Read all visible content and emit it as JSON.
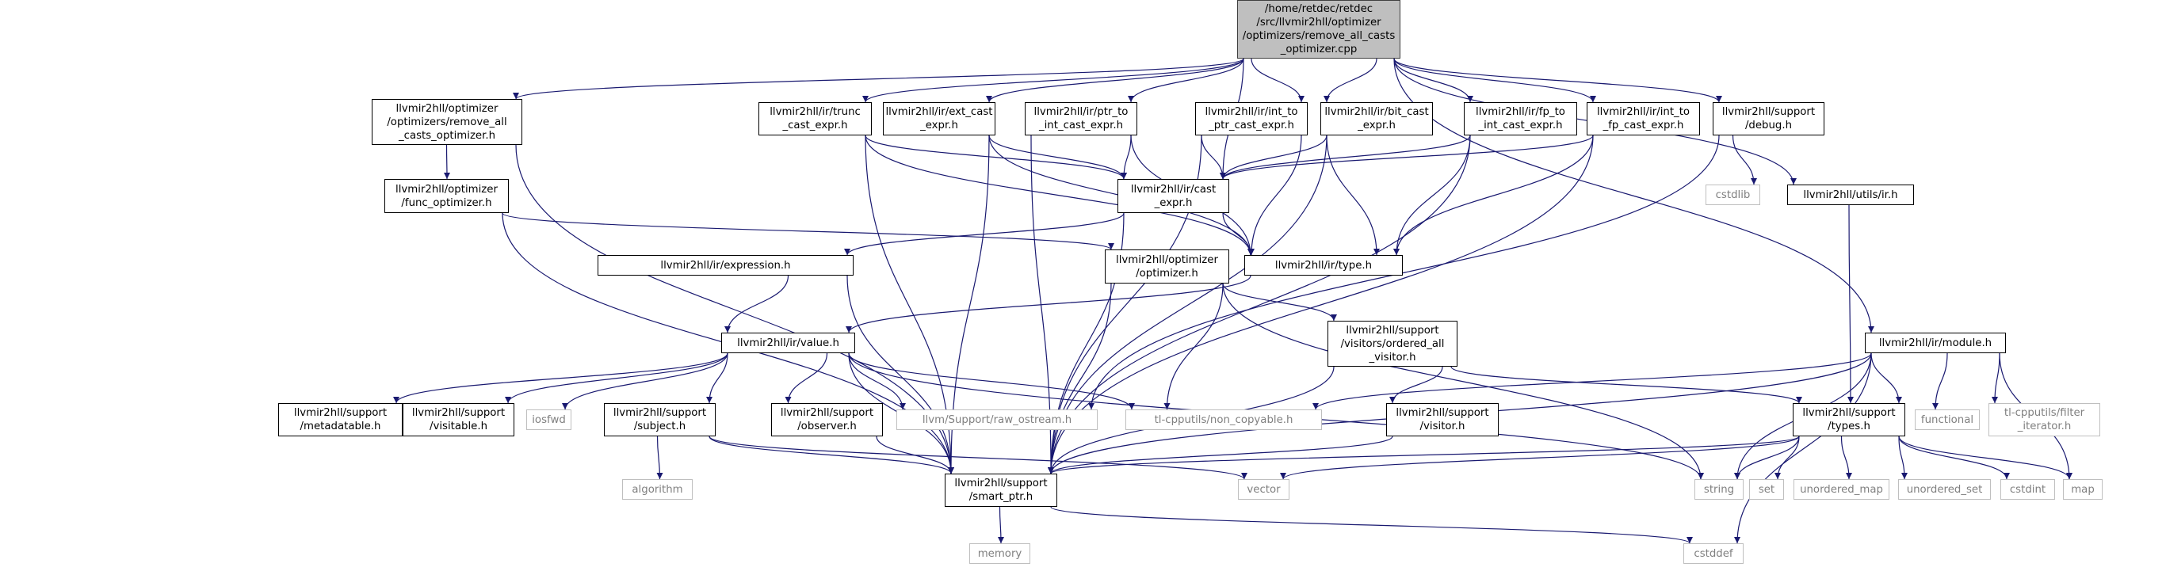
{
  "diagram": {
    "colors": {
      "edge": "#191970",
      "root_fill": "#bfbfbf",
      "node_border": "#000000",
      "external_border": "#bfbfbf",
      "external_text": "#808080"
    },
    "nodes": {
      "root": [
        "/home/retdec/retdec",
        "/src/llvmir2hll/optimizer",
        "/optimizers/remove_all_casts",
        "_optimizer.cpp"
      ],
      "remove_all_casts_optimizer_h": [
        "llvmir2hll/optimizer",
        "/optimizers/remove_all",
        "_casts_optimizer.h"
      ],
      "trunc_cast_expr_h": [
        "llvmir2hll/ir/trunc",
        "_cast_expr.h"
      ],
      "ext_cast_expr_h": [
        "llvmir2hll/ir/ext_cast",
        "_expr.h"
      ],
      "ptr_to_int_cast_expr_h": [
        "llvmir2hll/ir/ptr_to",
        "_int_cast_expr.h"
      ],
      "int_to_ptr_cast_expr_h": [
        "llvmir2hll/ir/int_to",
        "_ptr_cast_expr.h"
      ],
      "bit_cast_expr_h": [
        "llvmir2hll/ir/bit_cast",
        "_expr.h"
      ],
      "fp_to_int_cast_expr_h": [
        "llvmir2hll/ir/fp_to",
        "_int_cast_expr.h"
      ],
      "int_to_fp_cast_expr_h": [
        "llvmir2hll/ir/int_to",
        "_fp_cast_expr.h"
      ],
      "debug_h": [
        "llvmir2hll/support",
        "/debug.h"
      ],
      "func_optimizer_h": [
        "llvmir2hll/optimizer",
        "/func_optimizer.h"
      ],
      "cast_expr_h": [
        "llvmir2hll/ir/cast",
        "_expr.h"
      ],
      "cstdlib": [
        "cstdlib"
      ],
      "utils_ir_h": [
        "llvmir2hll/utils/ir.h"
      ],
      "expression_h": [
        "llvmir2hll/ir/expression.h"
      ],
      "optimizer_h": [
        "llvmir2hll/optimizer",
        "/optimizer.h"
      ],
      "type_h": [
        "llvmir2hll/ir/type.h"
      ],
      "ordered_all_visitor_h": [
        "llvmir2hll/support",
        "/visitors/ordered_all",
        "_visitor.h"
      ],
      "module_h": [
        "llvmir2hll/ir/module.h"
      ],
      "value_h": [
        "llvmir2hll/ir/value.h"
      ],
      "metadatable_h": [
        "llvmir2hll/support",
        "/metadatable.h"
      ],
      "visitable_h": [
        "llvmir2hll/support",
        "/visitable.h"
      ],
      "iosfwd": [
        "iosfwd"
      ],
      "subject_h": [
        "llvmir2hll/support",
        "/subject.h"
      ],
      "observer_h": [
        "llvmir2hll/support",
        "/observer.h"
      ],
      "raw_ostream_h": [
        "llvm/Support/raw_ostream.h"
      ],
      "non_copyable_h": [
        "tl-cpputils/non_copyable.h"
      ],
      "visitor_h": [
        "llvmir2hll/support",
        "/visitor.h"
      ],
      "types_h": [
        "llvmir2hll/support",
        "/types.h"
      ],
      "functional": [
        "functional"
      ],
      "filter_iterator_h": [
        "tl-cpputils/filter",
        "_iterator.h"
      ],
      "algorithm": [
        "algorithm"
      ],
      "smart_ptr_h": [
        "llvmir2hll/support",
        "/smart_ptr.h"
      ],
      "vector": [
        "vector"
      ],
      "string": [
        "string"
      ],
      "set": [
        "set"
      ],
      "unordered_map": [
        "unordered_map"
      ],
      "unordered_set": [
        "unordered_set"
      ],
      "cstdint": [
        "cstdint"
      ],
      "map": [
        "map"
      ],
      "memory": [
        "memory"
      ],
      "cstddef": [
        "cstddef"
      ]
    }
  }
}
